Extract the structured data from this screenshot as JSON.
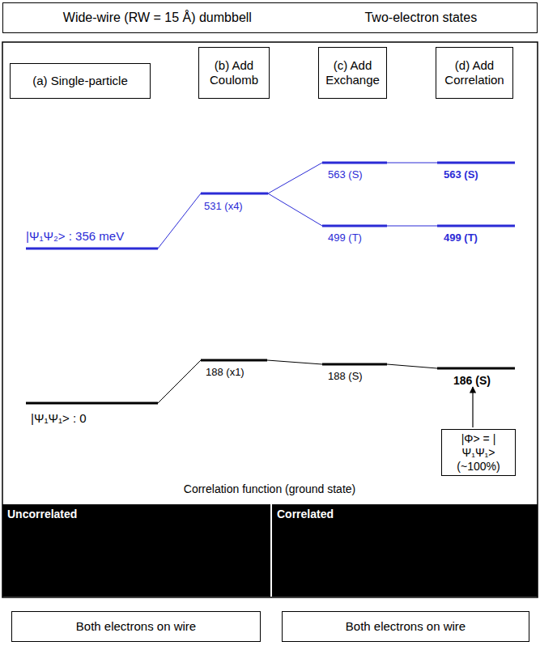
{
  "diagram": {
    "nodes": [
      {
        "text": [
          "Wide-wire (RW = 15 Å) dumbbell",
          "Two-electron states"
        ]
      },
      {
        "text": [
          "(a) Single-particle"
        ]
      },
      {
        "text": [
          "(b) Add Coulomb"
        ]
      },
      {
        "text": [
          "(c) Add Exchange"
        ]
      },
      {
        "text": [
          "(d) Add Correlation"
        ]
      },
      {
        "text": [
          "|Φ> = |Ψ₁Ψ₁> (~100%)"
        ]
      },
      {
        "text": [
          "Uncorrelated"
        ]
      },
      {
        "text": [
          "Correlated"
        ]
      },
      {
        "text": [
          "Both electrons on wire"
        ]
      },
      {
        "text": [
          "Both electrons on wire"
        ]
      }
    ],
    "labels": [
      "|Ψ₁Ψ₂> : 356 meV",
      "531 (x4)",
      "563 (S)",
      "499 (T)",
      "563 (S)",
      "499 (T)",
      "188 (x1)",
      "188 (S)",
      "186 (S)",
      "|Ψ₁Ψ₁> : 0",
      "Correlation function (ground state)"
    ]
  }
}
